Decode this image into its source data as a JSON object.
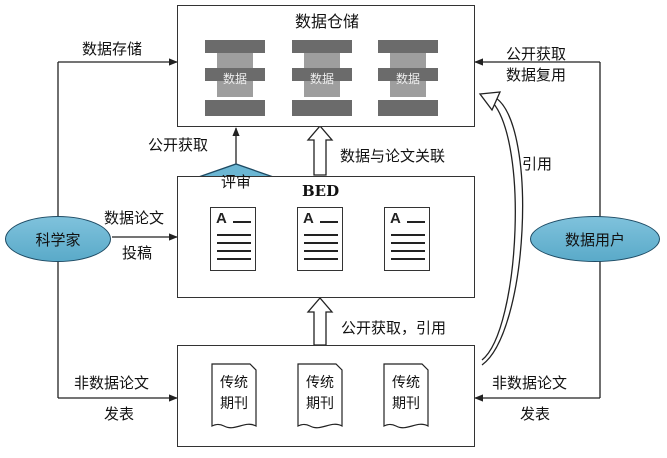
{
  "warehouse": {
    "title": "数据仓储",
    "db_labels": [
      "数据",
      "数据",
      "数据"
    ]
  },
  "bed": {
    "title": "BED"
  },
  "review": {
    "label": "评审"
  },
  "journals": {
    "items": [
      {
        "line1": "传统",
        "line2": "期刊"
      },
      {
        "line1": "传统",
        "line2": "期刊"
      },
      {
        "line1": "传统",
        "line2": "期刊"
      }
    ]
  },
  "docs": {
    "letter": "A"
  },
  "scientist": {
    "label": "科学家"
  },
  "data_user": {
    "label": "数据用户"
  },
  "labels": {
    "data_storage": "数据存储",
    "public_access_left": "公开获取",
    "data_paper_link": "数据与论文关联",
    "public_access_reuse_1": "公开获取",
    "public_access_reuse_2": "数据复用",
    "cite": "引用",
    "data_paper_1": "数据论文",
    "data_paper_2": "投稿",
    "public_access_cite": "公开获取，引用",
    "non_data_paper_left_1": "非数据论文",
    "non_data_paper_left_2": "发表",
    "non_data_paper_right_1": "非数据论文",
    "non_data_paper_right_2": "发表"
  }
}
